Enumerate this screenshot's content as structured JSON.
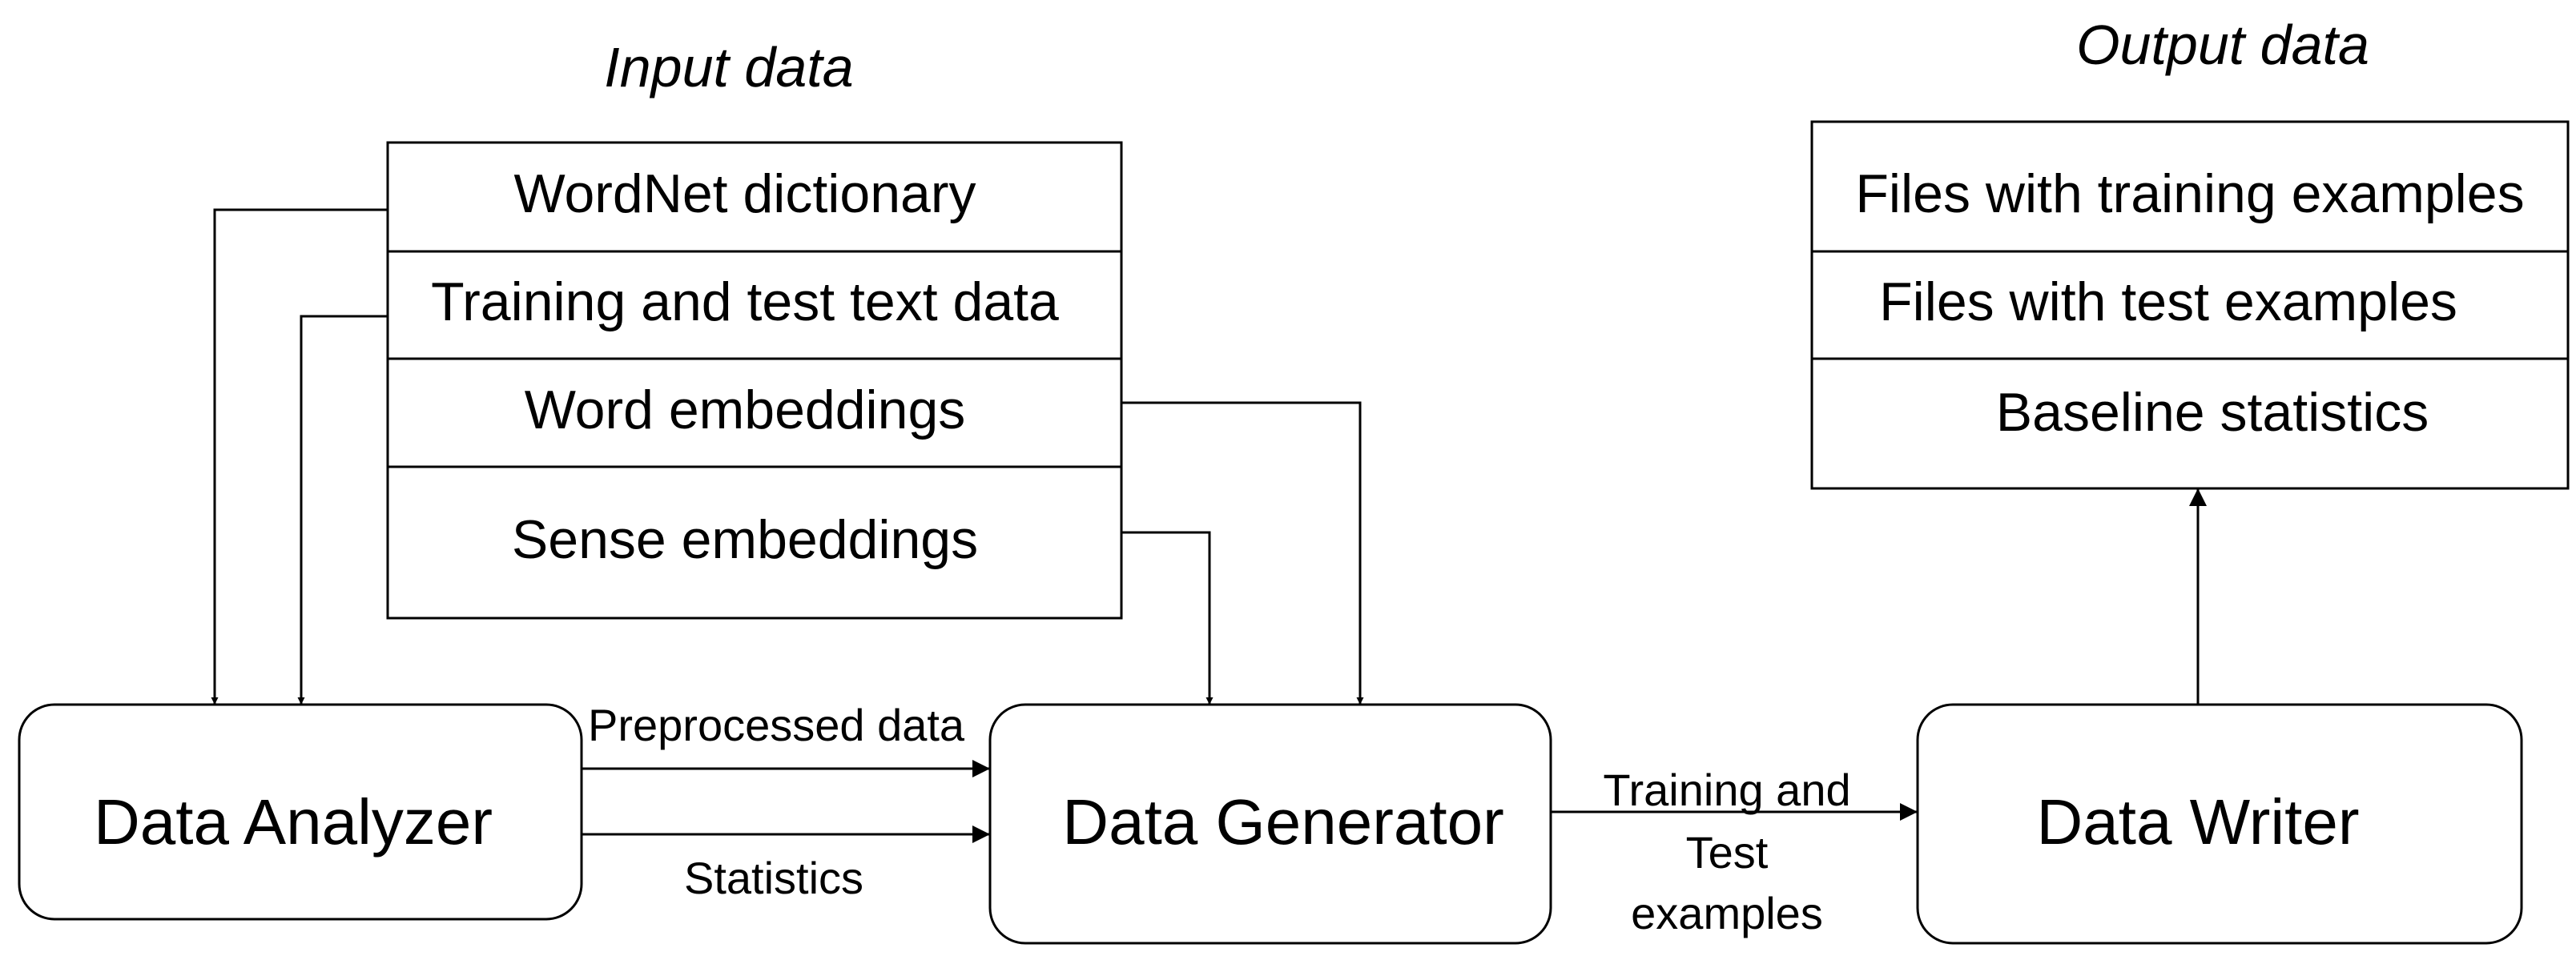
{
  "input_heading": "Input data",
  "output_heading": "Output data",
  "input_items": [
    "WordNet dictionary",
    "Training and test text data",
    "Word embeddings",
    "Sense embeddings"
  ],
  "output_items": [
    "Files with training examples",
    "Files with test examples",
    "Baseline statistics"
  ],
  "processes": {
    "analyzer": "Data Analyzer",
    "generator": "Data Generator",
    "writer": "Data Writer"
  },
  "edge_labels": {
    "preprocessed": "Preprocessed data",
    "statistics": "Statistics",
    "examples_line1": "Training and",
    "examples_line2": "Test",
    "examples_line3": "examples"
  }
}
